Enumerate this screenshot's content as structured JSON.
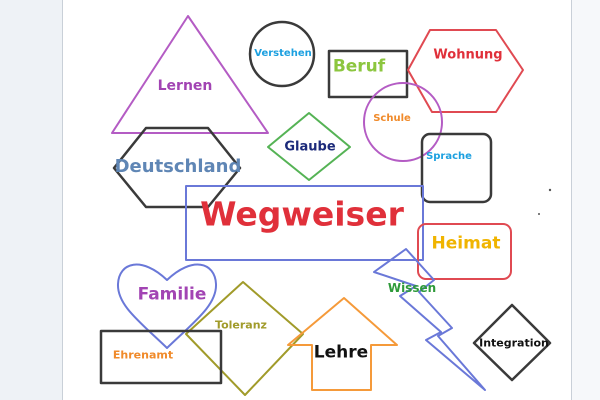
{
  "words": {
    "lernen": "Lernen",
    "verstehen": "Verstehen",
    "beruf": "Beruf",
    "wohnung": "Wohnung",
    "schule": "Schule",
    "glaube": "Glaube",
    "deutschland": "Deutschland",
    "sprache": "Sprache",
    "wegweiser": "Wegweiser",
    "heimat": "Heimat",
    "familie": "Familie",
    "wissen": "Wissen",
    "toleranz": "Toleranz",
    "ehrenamt": "Ehrenamt",
    "lehre": "Lehre",
    "integration": "Integration"
  },
  "colors": {
    "purple": "#a244b3",
    "dark": "#3a3a3a",
    "green": "#4aa84a",
    "red": "#e0303a",
    "blue": "#6a78d8",
    "navy": "#1c2a7a",
    "steel": "#5f86b5",
    "gold": "#f0b400",
    "olive": "#a19b2a",
    "orange": "#f08a2a",
    "cyan": "#1ca0e0",
    "darkgreen": "#2e9a3a",
    "lime": "#8cc63f",
    "black": "#111111"
  }
}
